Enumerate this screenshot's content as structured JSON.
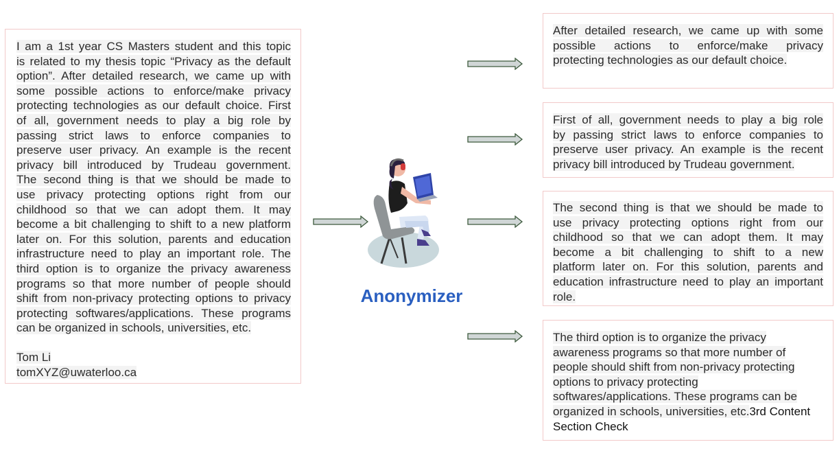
{
  "source": {
    "lines": [
      "I am a 1st year CS Masters student and this topic",
      "is related to my thesis topic “Privacy as the default",
      "option”. After detailed research, we came up with",
      "some possible actions to enforce/make privacy",
      "protecting technologies as our default choice. First",
      "of all, government needs to play a big role by",
      "passing strict laws to enforce companies to",
      "preserve user privacy. An example is the recent",
      "privacy bill introduced by Trudeau government.",
      "The second thing is that we should be made to",
      "use privacy protecting options right from our",
      "childhood so that we can adopt them. It may",
      "become a bit challenging to shift to a new platform",
      "later on. For this solution, parents and education",
      "infrastructure need to play an important role. The",
      "third option is to organize the privacy awareness",
      "programs so that more number of people should",
      "shift from non-privacy protecting options to privacy",
      "protecting softwares/applications. These programs",
      "can be organized in schools, universities, etc."
    ],
    "name": "Tom Li",
    "email": "tomXYZ@uwaterloo.ca"
  },
  "center": {
    "label": "Anonymizer",
    "label_color": "#2a5fc0",
    "icon": "person-at-laptop-icon"
  },
  "outputs": [
    {
      "lines": [
        "After detailed research, we came up with some",
        "possible actions to enforce/make privacy",
        "protecting technologies as our default choice."
      ]
    },
    {
      "lines": [
        "First of all, government needs to play a big role",
        "by passing strict laws to enforce companies to",
        "preserve user privacy. An example is the recent",
        "privacy bill introduced by Trudeau government."
      ]
    },
    {
      "lines": [
        "The second thing is that we should be made to",
        "use privacy protecting options right from our",
        "childhood so that we can adopt them. It may",
        "become a bit challenging to shift to a new",
        "platform later on. For this solution, parents and",
        "education infrastructure need to play an important",
        "role."
      ]
    },
    {
      "lines": [
        "The third option is to organize the privacy",
        "awareness programs so that more number of",
        "people should shift from non-privacy protecting",
        "options to privacy protecting",
        "softwares/applications. These programs can be",
        "organized in schools, universities, etc."
      ],
      "suffix": "3rd Content",
      "trailer": "Section Check"
    }
  ],
  "colors": {
    "box_border": "#f2c9c9",
    "text_highlight": "#f3f3f3",
    "arrow_fill": "#d0d6d6",
    "arrow_stroke": "#3d5a3d"
  }
}
